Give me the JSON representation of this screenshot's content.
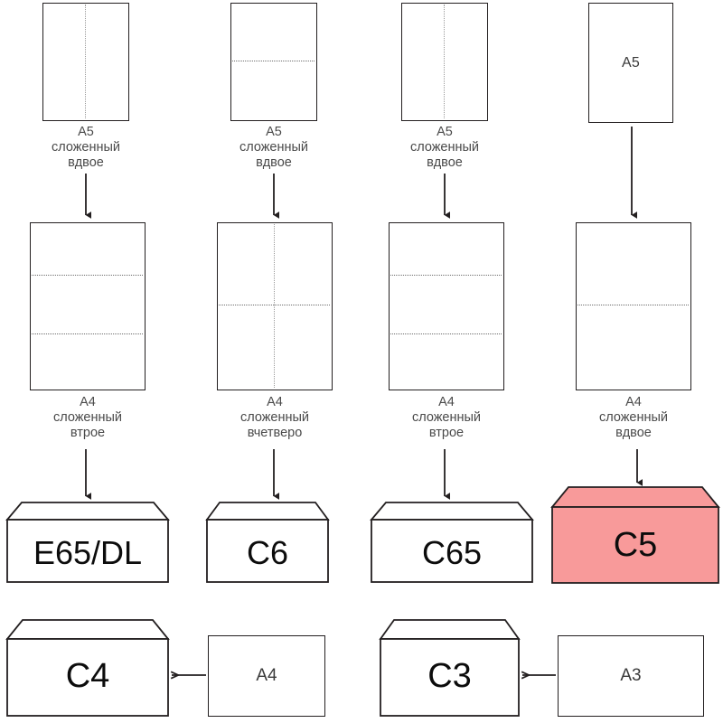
{
  "diagram": {
    "title": "Envelope and paper fold size chart",
    "colors": {
      "stroke": "#231f20",
      "fold_line": "#6d6d6d",
      "highlight_fill": "#F89A9A",
      "background": "#ffffff",
      "text": "#3a3a3a"
    },
    "row1": {
      "items": [
        {
          "sheet_label": "",
          "fold_type": "vertical",
          "caption": "А5\nсложенный\nвдвое"
        },
        {
          "sheet_label": "",
          "fold_type": "horizontal",
          "caption": "А5\nсложенный\nвдвое"
        },
        {
          "sheet_label": "",
          "fold_type": "vertical",
          "caption": "А5\nсложенный\nвдвое"
        },
        {
          "sheet_label": "A5",
          "fold_type": "none",
          "caption": ""
        }
      ]
    },
    "row2": {
      "items": [
        {
          "fold_type": "two-horizontal",
          "caption": "А4\nсложенный\nвтрое"
        },
        {
          "fold_type": "cross",
          "caption": "А4\nсложенный\nвчетверо"
        },
        {
          "fold_type": "two-horizontal",
          "caption": "А4\nсложенный\nвтрое"
        },
        {
          "fold_type": "one-horizontal",
          "caption": "А4\nсложенный\nвдвое"
        }
      ]
    },
    "row3": {
      "envelopes": [
        {
          "label": "E65/DL",
          "highlighted": false
        },
        {
          "label": "C6",
          "highlighted": false
        },
        {
          "label": "C65",
          "highlighted": false
        },
        {
          "label": "C5",
          "highlighted": true
        }
      ]
    },
    "row4": {
      "pairs": [
        {
          "envelope_label": "C4",
          "paper_label": "A4"
        },
        {
          "envelope_label": "C3",
          "paper_label": "A3"
        }
      ]
    }
  }
}
